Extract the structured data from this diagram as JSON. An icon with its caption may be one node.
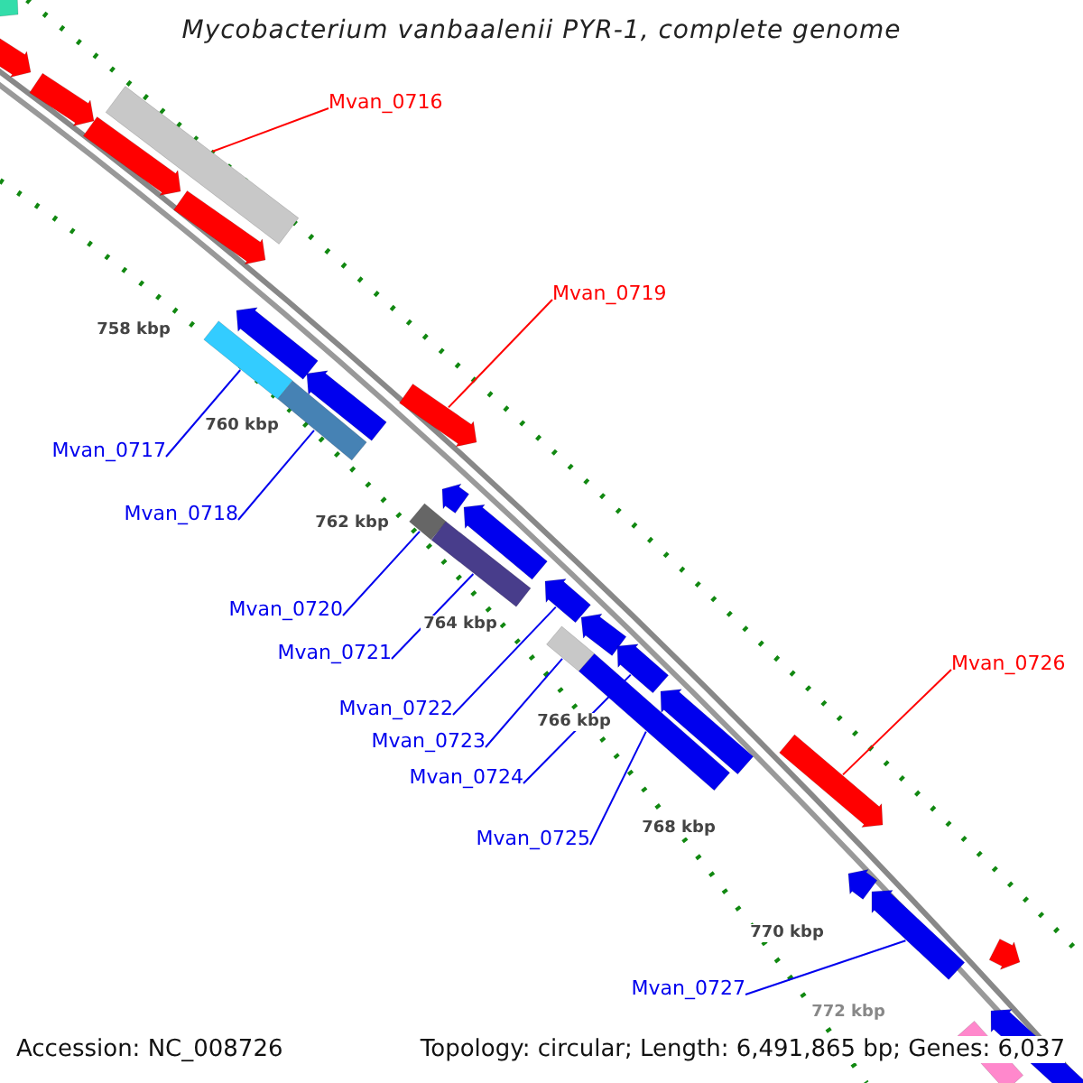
{
  "diagram": {
    "title": "Mycobacterium vanbaalenii PYR-1, complete genome",
    "nodes": [
      {
        "text": [],
        "shape": "arrow"
      },
      {
        "text": [],
        "shape": "arrow"
      },
      {
        "text": [],
        "shape": "arrow"
      },
      {
        "text": [],
        "shape": "box"
      },
      {
        "text": [],
        "shape": "arrow"
      },
      {
        "text": [],
        "shape": "arrow"
      },
      {
        "text": [
          "Mvan_0716"
        ]
      },
      {
        "text": [
          "Mvan_0719"
        ]
      },
      {
        "text": [],
        "shape": "arrow"
      },
      {
        "text": [],
        "shape": "box"
      },
      {
        "text": [],
        "shape": "arrow"
      },
      {
        "text": [],
        "shape": "box"
      },
      {
        "text": [],
        "shape": "arrow"
      },
      {
        "text": [
          "Mvan_0717"
        ]
      },
      {
        "text": [
          "Mvan_0718"
        ]
      },
      {
        "text": [],
        "shape": "arrow"
      },
      {
        "text": [],
        "shape": "box"
      },
      {
        "text": [],
        "shape": "arrow"
      },
      {
        "text": [],
        "shape": "box"
      },
      {
        "text": [],
        "shape": "arrow"
      },
      {
        "text": [],
        "shape": "arrow"
      },
      {
        "text": [],
        "shape": "box"
      },
      {
        "text": [],
        "shape": "arrow"
      },
      {
        "text": [
          "Mvan_0720"
        ]
      },
      {
        "text": [
          "Mvan_0721"
        ]
      },
      {
        "text": [],
        "shape": "arrow"
      },
      {
        "text": [],
        "shape": "arrow"
      },
      {
        "text": [
          "Mvan_0726"
        ]
      },
      {
        "text": [
          "Mvan_0722"
        ]
      },
      {
        "text": [
          "Mvan_0723"
        ]
      },
      {
        "text": [],
        "shape": "arrow"
      },
      {
        "text": [
          "Mvan_0724"
        ]
      },
      {
        "text": [
          "Mvan_0725"
        ]
      },
      {
        "text": [],
        "shape": "arrow"
      },
      {
        "text": [],
        "shape": "arrow"
      },
      {
        "text": [],
        "shape": "arrow"
      },
      {
        "text": [
          "Mvan_0727"
        ]
      },
      {
        "text": [],
        "shape": "arrow"
      },
      {
        "text": [],
        "shape": "arrow"
      }
    ],
    "edges": [
      {
        "from": 6,
        "to": 3,
        "arrow": "none",
        "color": "#ff0000"
      },
      {
        "from": 7,
        "to": 12,
        "arrow": "none",
        "color": "#ff0000"
      },
      {
        "from": 13,
        "to": 9,
        "arrow": "none"
      },
      {
        "from": 14,
        "to": 11,
        "arrow": "none"
      },
      {
        "from": 23,
        "to": 16,
        "arrow": "none"
      },
      {
        "from": 24,
        "to": 18,
        "arrow": "none"
      },
      {
        "from": 27,
        "to": 30,
        "arrow": "none",
        "color": "#ff0000"
      },
      {
        "from": 28,
        "to": 19,
        "arrow": "none"
      },
      {
        "from": 29,
        "to": 21,
        "arrow": "none"
      },
      {
        "from": 31,
        "to": 22,
        "arrow": "none"
      },
      {
        "from": 32,
        "to": 26,
        "arrow": "none"
      },
      {
        "from": 36,
        "to": 34,
        "arrow": "none"
      }
    ],
    "labels": [
      "758 kbp",
      "760 kbp",
      "762 kbp",
      "764 kbp",
      "766 kbp",
      "768 kbp",
      "770 kbp",
      "772 kbp",
      "Accession: NC_008726",
      "Topology: circular; Length: 6,491,865 bp; Genes: 6,037"
    ]
  }
}
